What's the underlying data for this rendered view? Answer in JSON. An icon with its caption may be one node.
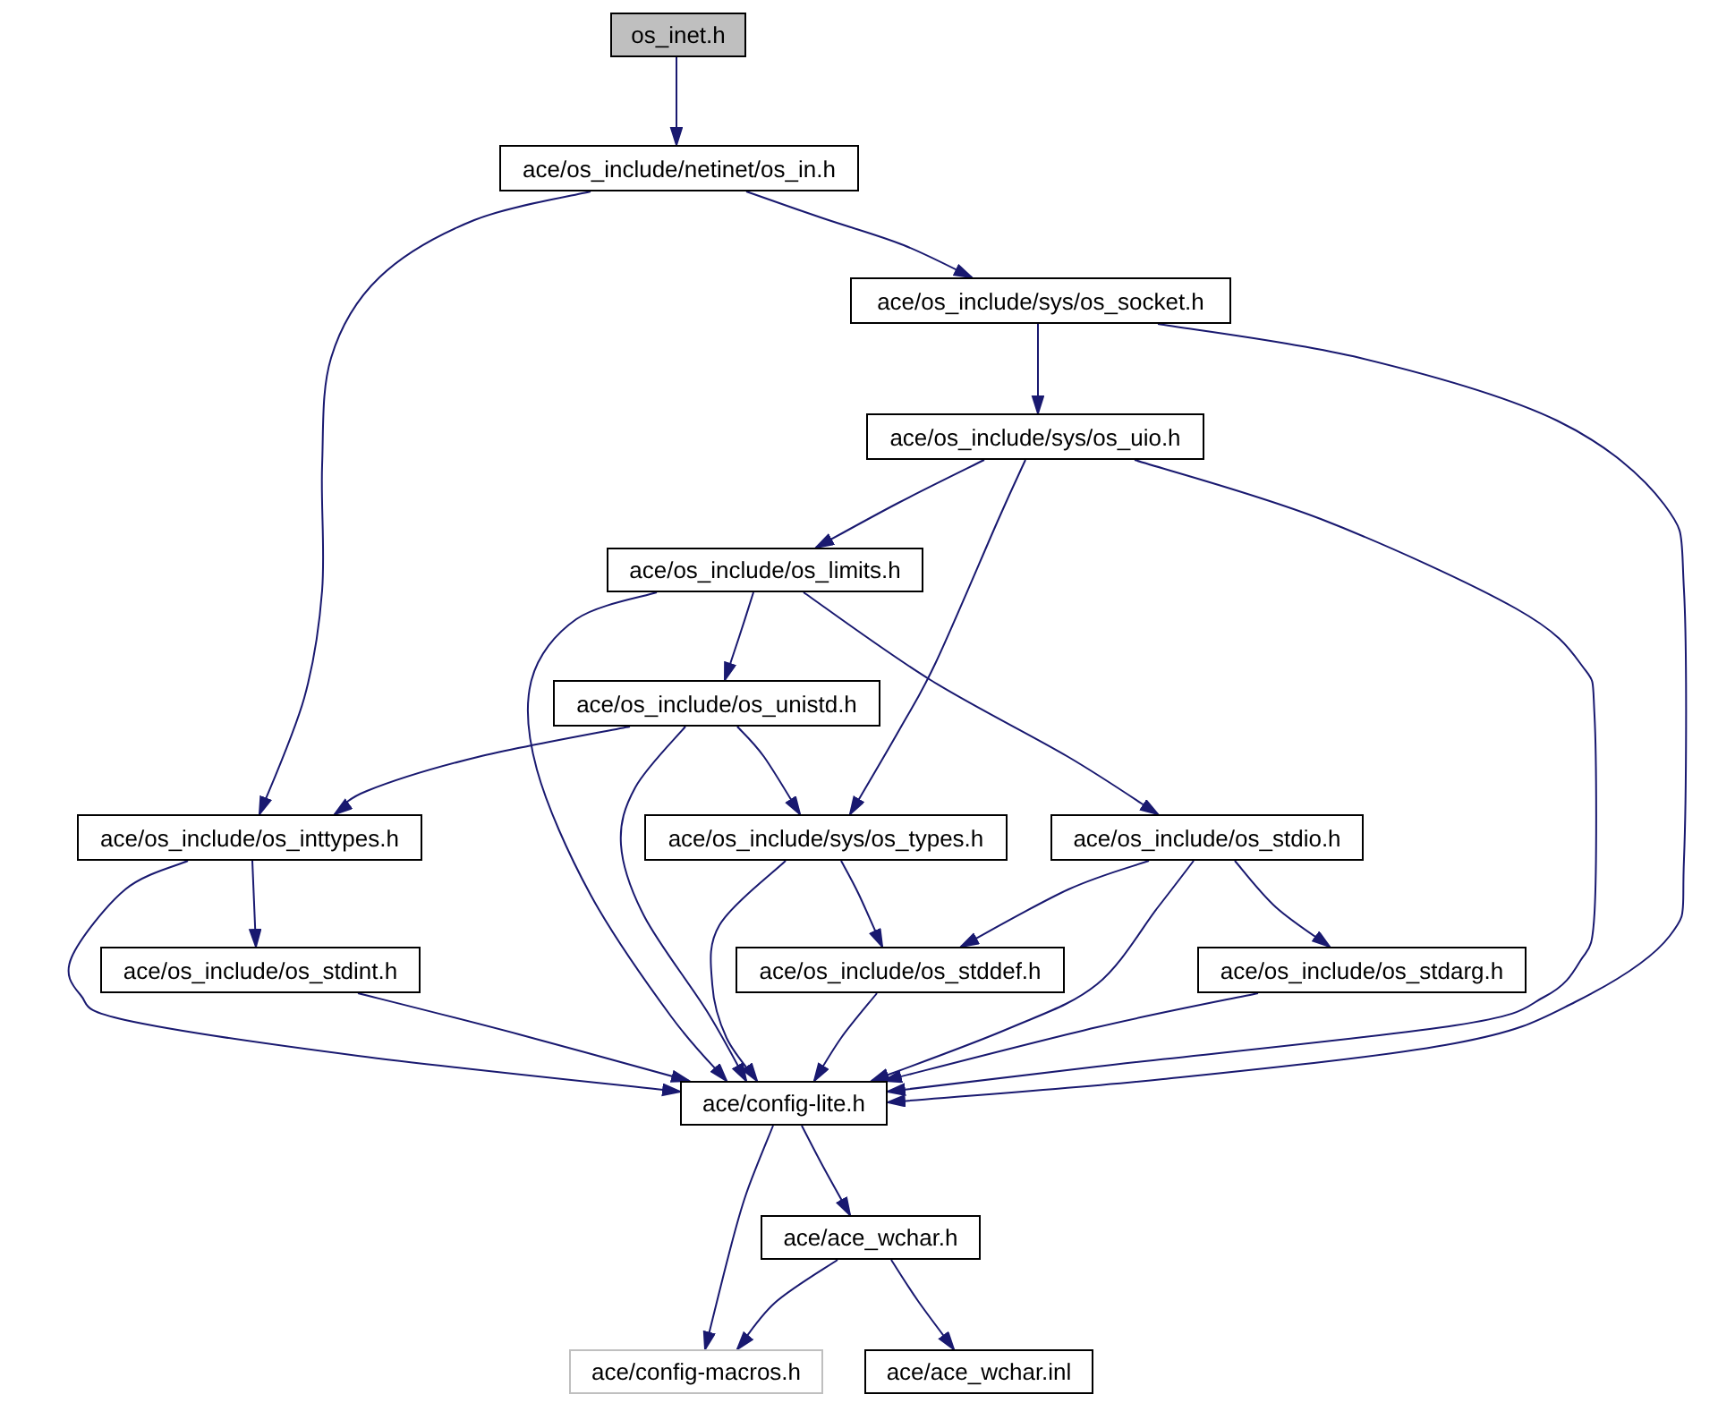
{
  "diagram": {
    "nodes": [
      {
        "text": [
          "os_inet.h"
        ]
      },
      {
        "text": [
          "ace/os_include/netinet/os_in.h"
        ]
      },
      {
        "text": [
          "ace/os_include/sys/os_socket.h"
        ]
      },
      {
        "text": [
          "ace/os_include/sys/os_uio.h"
        ]
      },
      {
        "text": [
          "ace/os_include/os_limits.h"
        ]
      },
      {
        "text": [
          "ace/os_include/os_unistd.h"
        ]
      },
      {
        "text": [
          "ace/os_include/os_inttypes.h"
        ]
      },
      {
        "text": [
          "ace/os_include/sys/os_types.h"
        ]
      },
      {
        "text": [
          "ace/os_include/os_stdio.h"
        ]
      },
      {
        "text": [
          "ace/os_include/os_stdint.h"
        ]
      },
      {
        "text": [
          "ace/os_include/os_stddef.h"
        ]
      },
      {
        "text": [
          "ace/os_include/os_stdarg.h"
        ]
      },
      {
        "text": [
          "ace/config-lite.h"
        ]
      },
      {
        "text": [
          "ace/ace_wchar.h"
        ]
      },
      {
        "text": [
          "ace/config-macros.h"
        ]
      },
      {
        "text": [
          "ace/ace_wchar.inl"
        ]
      }
    ],
    "edges": [
      {
        "from": 0,
        "to": 1,
        "arrow": "to"
      },
      {
        "from": 1,
        "to": 2,
        "arrow": "to"
      },
      {
        "from": 1,
        "to": 6,
        "arrow": "to"
      },
      {
        "from": 2,
        "to": 3,
        "arrow": "to"
      },
      {
        "from": 2,
        "to": 12,
        "arrow": "to"
      },
      {
        "from": 3,
        "to": 4,
        "arrow": "to"
      },
      {
        "from": 3,
        "to": 7,
        "arrow": "to"
      },
      {
        "from": 3,
        "to": 12,
        "arrow": "to"
      },
      {
        "from": 4,
        "to": 5,
        "arrow": "to"
      },
      {
        "from": 4,
        "to": 8,
        "arrow": "to"
      },
      {
        "from": 4,
        "to": 12,
        "arrow": "to"
      },
      {
        "from": 5,
        "to": 6,
        "arrow": "to"
      },
      {
        "from": 5,
        "to": 7,
        "arrow": "to"
      },
      {
        "from": 5,
        "to": 12,
        "arrow": "to"
      },
      {
        "from": 6,
        "to": 9,
        "arrow": "to"
      },
      {
        "from": 6,
        "to": 12,
        "arrow": "to"
      },
      {
        "from": 7,
        "to": 10,
        "arrow": "to"
      },
      {
        "from": 7,
        "to": 12,
        "arrow": "to"
      },
      {
        "from": 8,
        "to": 10,
        "arrow": "to"
      },
      {
        "from": 8,
        "to": 11,
        "arrow": "to"
      },
      {
        "from": 8,
        "to": 12,
        "arrow": "to"
      },
      {
        "from": 9,
        "to": 12,
        "arrow": "to"
      },
      {
        "from": 10,
        "to": 12,
        "arrow": "to"
      },
      {
        "from": 11,
        "to": 12,
        "arrow": "to"
      },
      {
        "from": 12,
        "to": 13,
        "arrow": "to"
      },
      {
        "from": 12,
        "to": 14,
        "arrow": "to"
      },
      {
        "from": 13,
        "to": 14,
        "arrow": "to"
      },
      {
        "from": 13,
        "to": 15,
        "arrow": "to"
      }
    ]
  }
}
